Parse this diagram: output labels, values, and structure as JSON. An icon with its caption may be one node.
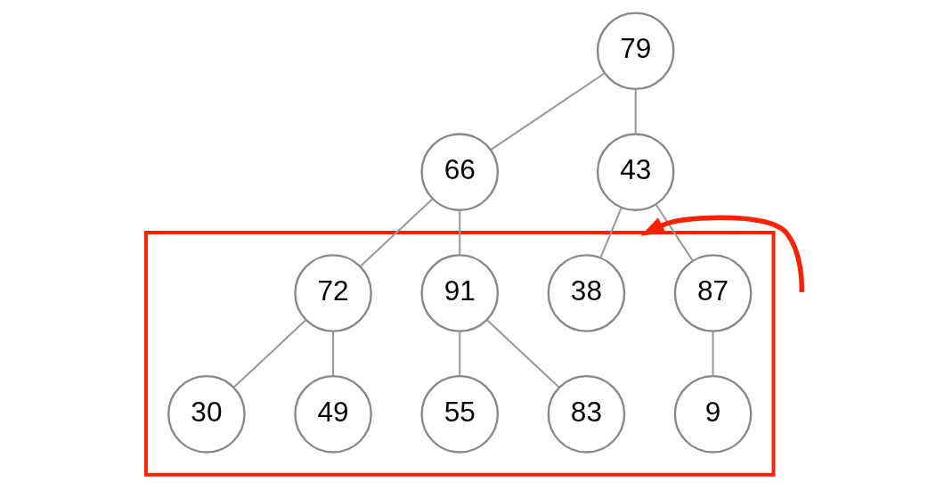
{
  "diagram": {
    "nodes": [
      {
        "text": [
          "79"
        ]
      },
      {
        "text": [
          "66"
        ]
      },
      {
        "text": [
          "43"
        ]
      },
      {
        "text": [],
        "shape": "box"
      },
      {
        "text": [
          "91"
        ],
        "in": 3
      },
      {
        "text": [
          "72"
        ],
        "in": 3
      },
      {
        "text": [
          "87"
        ],
        "in": 3
      },
      {
        "text": [
          "38"
        ],
        "in": 3
      },
      {
        "text": [
          "55"
        ],
        "in": 3
      },
      {
        "text": [
          "83"
        ],
        "in": 3
      },
      {
        "text": [
          "30"
        ],
        "in": 3
      },
      {
        "text": [
          "49"
        ],
        "in": 3
      },
      {
        "text": [
          "9"
        ],
        "in": 3
      }
    ],
    "edges": [
      {
        "from": 0,
        "to": 1,
        "arrow": "none"
      },
      {
        "from": 0,
        "to": 2,
        "arrow": "none"
      },
      {
        "from": 1,
        "to": 4,
        "arrow": "none"
      },
      {
        "from": 1,
        "to": 5,
        "arrow": "none"
      },
      {
        "from": 2,
        "to": 6,
        "arrow": "none"
      },
      {
        "from": 2,
        "to": 7,
        "arrow": "none"
      },
      {
        "from": 4,
        "to": 8,
        "arrow": "none"
      },
      {
        "from": 4,
        "to": 9,
        "arrow": "none"
      },
      {
        "from": 5,
        "to": 10,
        "arrow": "none"
      },
      {
        "from": 5,
        "to": 11,
        "arrow": "none"
      },
      {
        "from": 6,
        "to": 12,
        "arrow": "none"
      },
      {
        "from": null,
        "to": 3,
        "arrow": "to",
        "style": "thick",
        "color": "#ff2200"
      }
    ]
  }
}
